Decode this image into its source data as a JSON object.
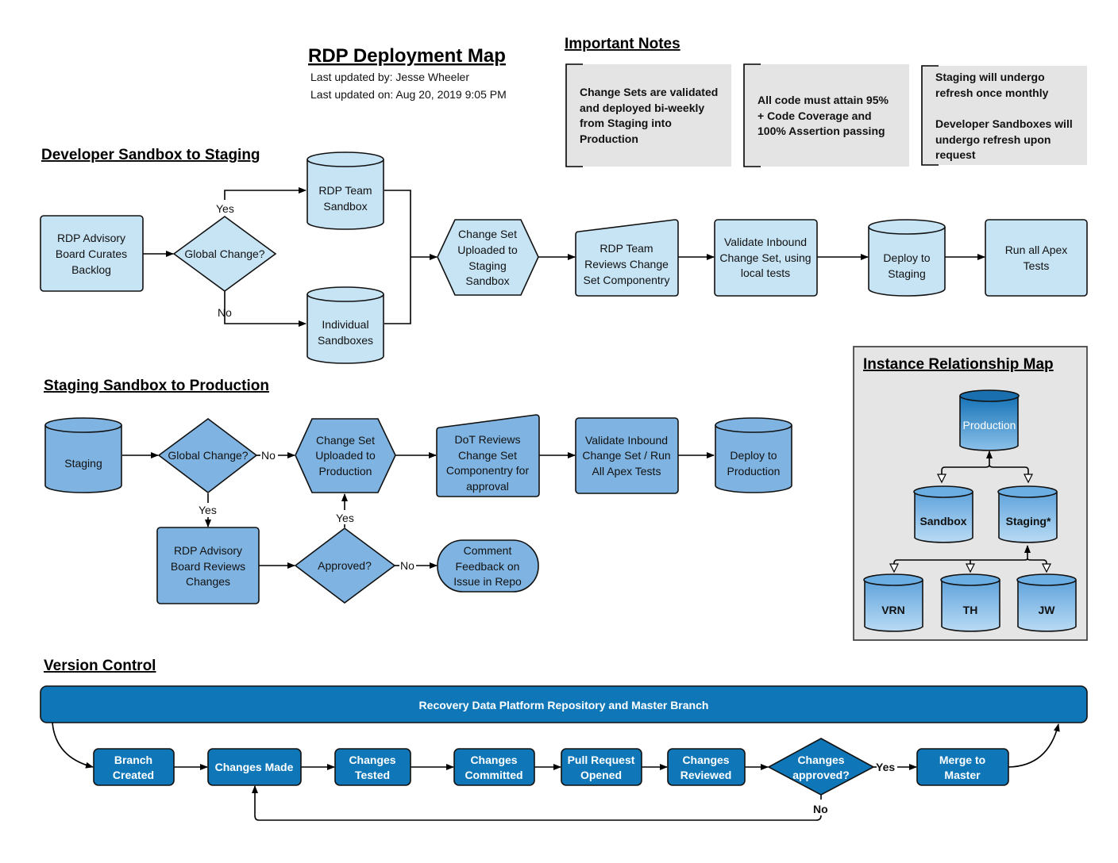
{
  "header": {
    "title": "RDP Deployment Map",
    "updated_by": "Last updated by: Jesse Wheeler",
    "updated_on": "Last updated on: Aug 20, 2019 9:05 PM"
  },
  "notes": {
    "heading": "Important Notes",
    "items": [
      [
        "Change Sets are validated",
        "and deployed bi-weekly",
        "from Staging into",
        "Production"
      ],
      [
        "All code must attain 95%",
        "+ Code Coverage and",
        "100% Assertion passing"
      ],
      [
        "Staging will undergo",
        "refresh once monthly",
        "",
        "Developer Sandboxes will",
        "undergo refresh upon",
        "request"
      ]
    ]
  },
  "dev_to_staging": {
    "heading": "Developer Sandbox to Staging",
    "nodes": {
      "backlog": [
        "RDP Advisory",
        "Board Curates",
        "Backlog"
      ],
      "decision": [
        "Global Change?"
      ],
      "team_sandbox": [
        "RDP Team",
        "Sandbox"
      ],
      "individual": [
        "Individual",
        "Sandboxes"
      ],
      "uploaded": [
        "Change Set",
        "Uploaded to",
        "Staging",
        "Sandbox"
      ],
      "review": [
        "RDP Team",
        "Reviews Change",
        "Set Componentry"
      ],
      "validate": [
        "Validate Inbound",
        "Change Set, using",
        "local tests"
      ],
      "deploy": [
        "Deploy to",
        "Staging"
      ],
      "run": [
        "Run all Apex",
        "Tests"
      ]
    },
    "labels": {
      "yes": "Yes",
      "no": "No"
    }
  },
  "staging_to_prod": {
    "heading": "Staging Sandbox to Production",
    "nodes": {
      "staging": [
        "Staging"
      ],
      "decision": [
        "Global Change?"
      ],
      "uploaded": [
        "Change Set",
        "Uploaded to",
        "Production"
      ],
      "dot_review": [
        "DoT Reviews",
        "Change Set",
        "Componentry for",
        "approval"
      ],
      "validate": [
        "Validate Inbound",
        "Change Set / Run",
        "All Apex Tests"
      ],
      "deploy": [
        "Deploy to",
        "Production"
      ],
      "board_review": [
        "RDP Advisory",
        "Board Reviews",
        "Changes"
      ],
      "approved": [
        "Approved?"
      ],
      "comment": [
        "Comment",
        "Feedback on",
        "Issue in Repo"
      ]
    },
    "labels": {
      "yes1": "Yes",
      "no1": "No",
      "yes2": "Yes",
      "no2": "No"
    }
  },
  "instance_map": {
    "heading": "Instance Relationship Map",
    "production": "Production",
    "sandbox": "Sandbox",
    "staging": "Staging*",
    "children": [
      "VRN",
      "TH",
      "JW"
    ]
  },
  "version_control": {
    "heading": "Version Control",
    "repo": "Recovery Data Platform Repository and Master Branch",
    "steps": [
      [
        "Branch",
        "Created"
      ],
      [
        "Changes Made"
      ],
      [
        "Changes",
        "Tested"
      ],
      [
        "Changes",
        "Committed"
      ],
      [
        "Pull Request",
        "Opened"
      ],
      [
        "Changes",
        "Reviewed"
      ]
    ],
    "decision": [
      "Changes",
      "approved?"
    ],
    "merge": [
      "Merge to",
      "Master"
    ],
    "labels": {
      "yes": "Yes",
      "no": "No"
    }
  },
  "colors": {
    "light_blue": "#c7e4f5",
    "mid_blue": "#7fb4e2",
    "dark_blue": "#0f77b8",
    "note_gray": "#e4e4e4"
  }
}
